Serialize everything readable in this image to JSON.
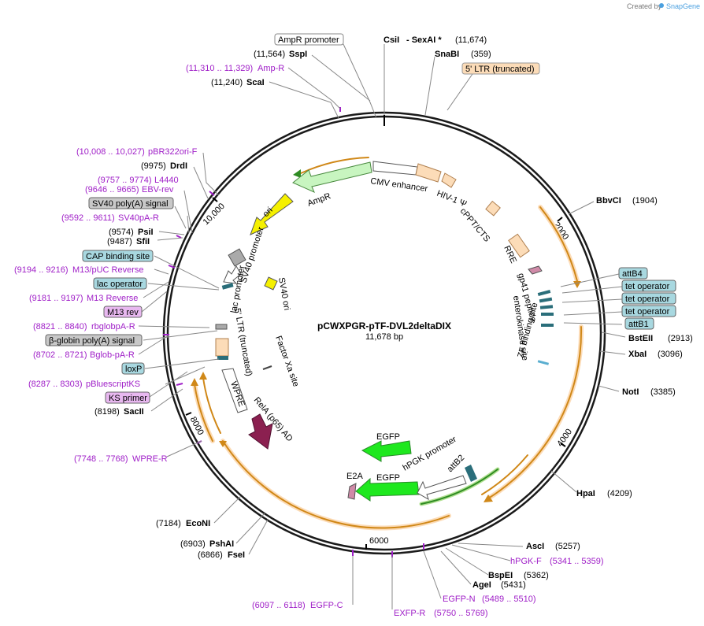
{
  "brand": "Created by",
  "brand_name": "SnapGene",
  "plasmid": {
    "name": "pCWXPGR-pTF-DVL2deltaDIX",
    "size": "11,678 bp"
  },
  "ticks": [
    "2000",
    "4000",
    "6000",
    "8000",
    "10,000"
  ],
  "features": {
    "ampr_promoter": "AmpR promoter",
    "ltr5_trunc": "5' LTR (truncated)",
    "cmv_enhancer": "CMV enhancer",
    "hiv_psi": "HIV-1 Ψ",
    "cppt": "cPPT/CTS",
    "rre": "RRE",
    "gp41": "gp41 peptide",
    "enterokinase": "enterokinase site",
    "zf_site": "ZF binding site",
    "ampr": "AmpR",
    "ori": "ori",
    "sv40_promoter": "SV40 promoter",
    "sv40_ori": "SV40 ori",
    "lac_promoter": "lac promoter",
    "ltr5_trunc_inner": "5' LTR (truncated)",
    "factor_xa": "Factor Xa site",
    "wpre": "WPRE",
    "rela": "RelA (p65) AD",
    "egfp_top": "EGFP",
    "egfp_bottom": "EGFP",
    "e2a": "E2A",
    "hpgk_promoter": "hPGK promoter",
    "attb2": "attB2"
  },
  "right_labels": {
    "csiI": "CsiI",
    "sexAI": "- SexAI *",
    "csiI_pos": "(11,674)",
    "snaBI": "SnaBI",
    "snaBI_pos": "(359)",
    "ltr_box": "5' LTR (truncated)",
    "bbvCI": "BbvCI",
    "bbvCI_pos": "(1904)",
    "attB4": "attB4",
    "tetop1": "tet operator",
    "tetop2": "tet operator",
    "tetop3": "tet operator",
    "attB1": "attB1",
    "bstEII": "BstEII",
    "bstEII_pos": "(2913)",
    "xbaI": "XbaI",
    "xbaI_pos": "(3096)",
    "notI": "NotI",
    "notI_pos": "(3385)",
    "hpaI": "HpaI",
    "hpaI_pos": "(4209)",
    "ascI": "AscI",
    "ascI_pos": "(5257)",
    "hpgkF": "hPGK-F",
    "hpgkF_pos": "(5341 .. 5359)",
    "bspEI": "BspEI",
    "bspEI_pos": "(5362)",
    "ageI": "AgeI",
    "ageI_pos": "(5431)",
    "egfpN": "EGFP-N",
    "egfpN_pos": "(5489 .. 5510)",
    "exfpR": "EXFP-R",
    "exfpR_pos": "(5750 .. 5769)"
  },
  "left_labels": {
    "ampr_prom_box": "AmpR promoter",
    "sspI": "SspI",
    "sspI_pos": "(11,564)",
    "ampR_primer": "Amp-R",
    "ampR_primer_pos": "(11,310 .. 11,329)",
    "scaI": "ScaI",
    "scaI_pos": "(11,240)",
    "pbr322": "pBR322ori-F",
    "pbr322_pos": "(10,008 .. 10,027)",
    "drdI": "DrdI",
    "drdI_pos": "(9975)",
    "l4440": "L4440",
    "l4440_pos": "(9757 .. 9774)",
    "ebvrev": "EBV-rev",
    "ebvrev_pos": "(9646 .. 9665)",
    "sv40polyA": "SV40 poly(A) signal",
    "sv40pAR": "SV40pA-R",
    "sv40pAR_pos": "(9592 .. 9611)",
    "psiI": "PsiI",
    "psiI_pos": "(9574)",
    "sfiI": "SfiI",
    "sfiI_pos": "(9487)",
    "cap": "CAP binding site",
    "m13puc": "M13/pUC Reverse",
    "m13puc_pos": "(9194 .. 9216)",
    "lacop": "lac operator",
    "m13reverse": "M13 Reverse",
    "m13reverse_pos": "(9181 .. 9197)",
    "m13rev_box": "M13 rev",
    "rbglobpa": "rbglobpA-R",
    "rbglobpa_pos": "(8821 .. 8840)",
    "bglobin": "β-globin poly(A) signal",
    "bglobpa": "Bglob-pA-R",
    "bglobpa_pos": "(8702 .. 8721)",
    "loxp": "loxP",
    "pbluescript": "pBluescriptKS",
    "pbluescript_pos": "(8287 .. 8303)",
    "ksprimer": "KS primer",
    "sacII": "SacII",
    "sacII_pos": "(8198)",
    "wpreR": "WPRE-R",
    "wpreR_pos": "(7748 .. 7768)",
    "ecoNI": "EcoNI",
    "ecoNI_pos": "(7184)",
    "pshAI": "PshAI",
    "pshAI_pos": "(6903)",
    "fseI": "FseI",
    "fseI_pos": "(6866)",
    "egfpC": "EGFP-C",
    "egfpC_pos": "(6097 .. 6118)"
  },
  "colors": {
    "backbone": "#1a1a1a",
    "primer": "#a020c8",
    "feature_orange": "#fcdcb8",
    "ampr_green": "#c8f5c0",
    "ori_yellow": "#f5f000",
    "egfp_green": "#1ee81e",
    "rela_purple": "#8b2050",
    "grey_box": "#c8c8c8",
    "blue_box": "#a8d8e0",
    "purple_box": "#e8b8f0",
    "orf_orange": "#f0b040"
  }
}
